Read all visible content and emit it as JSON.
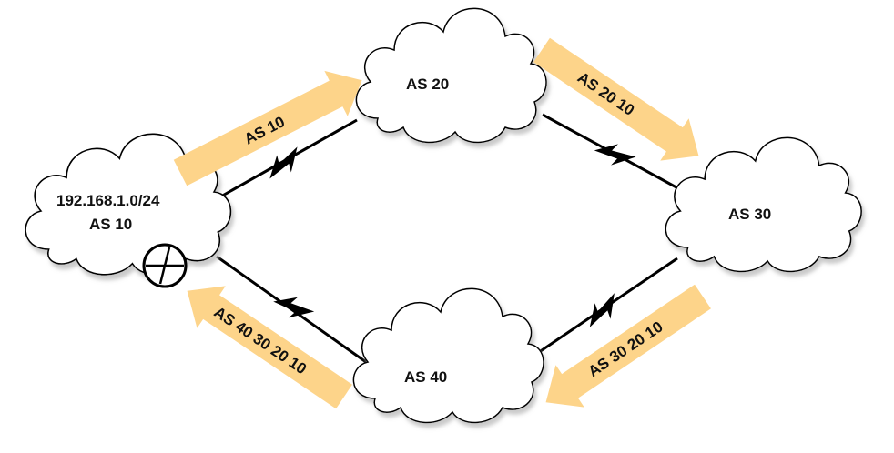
{
  "colors": {
    "cloud_fill": "#ffffff",
    "cloud_shadow": "#d9d9d9",
    "cloud_stroke": "#000000",
    "arrow_fill": "#fdd48a",
    "link": "#000000"
  },
  "nodes": {
    "as10": {
      "prefix": "192.168.1.0/24",
      "label": "AS 10"
    },
    "as20": {
      "label": "AS 20"
    },
    "as30": {
      "label": "AS 30"
    },
    "as40": {
      "label": "AS 40"
    }
  },
  "advertisements": [
    {
      "path": "AS 10"
    },
    {
      "path": "AS 20 10"
    },
    {
      "path": "AS 30 20 10"
    },
    {
      "path": "AS 40 30 20 10"
    }
  ],
  "links": [
    {
      "from": "AS 10",
      "to": "AS 20",
      "icon": "serial-link-icon"
    },
    {
      "from": "AS 20",
      "to": "AS 30",
      "icon": "serial-link-icon"
    },
    {
      "from": "AS 30",
      "to": "AS 40",
      "icon": "serial-link-icon"
    },
    {
      "from": "AS 40",
      "to": "AS 10",
      "icon": "serial-link-icon"
    }
  ],
  "icons": {
    "router": "router-icon"
  }
}
